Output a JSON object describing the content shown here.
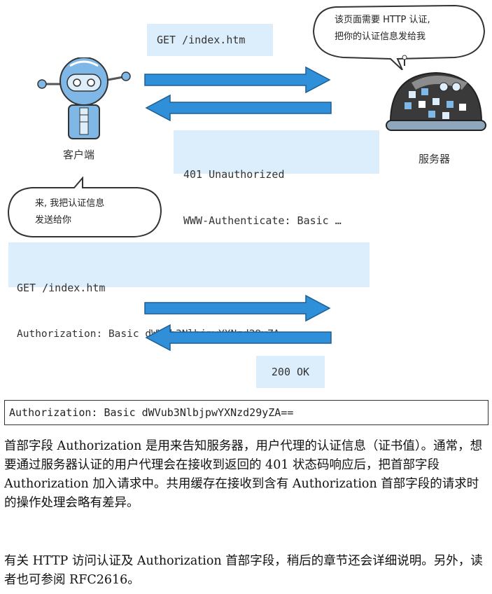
{
  "diagram": {
    "client_label": "客户端",
    "server_label": "服务器",
    "request1": "GET /index.htm",
    "response1_line1": "401 Unauthorized",
    "response1_line2": "WWW-Authenticate: Basic …",
    "request2_line1": "GET /index.htm",
    "request2_line2": "Authorization: Basic dWVub3NlbjpwYXNzd29yZA==",
    "response2": "200 OK",
    "server_bubble_line1": "该页面需要 HTTP 认证,",
    "server_bubble_line2": "把你的认证信息发给我",
    "client_bubble_line1": "来, 我把认证信息",
    "client_bubble_line2": "发送给你",
    "colors": {
      "arrow": "#2f8fd8",
      "box": "#dceefb"
    }
  },
  "header_example": "Authorization: Basic dWVub3NlbjpwYXNzd29yZA==",
  "paragraph1": "首部字段 Authorization 是用来告知服务器，用户代理的认证信息（证书值）。通常，想要通过服务器认证的用户代理会在接收到返回的 401 状态码响应后，把首部字段 Authorization 加入请求中。共用缓存在接收到含有 Authorization 首部字段的请求时的操作处理会略有差异。",
  "paragraph2": "有关 HTTP 访问认证及 Authorization 首部字段，稍后的章节还会详细说明。另外，读者也可参阅 RFC2616。"
}
